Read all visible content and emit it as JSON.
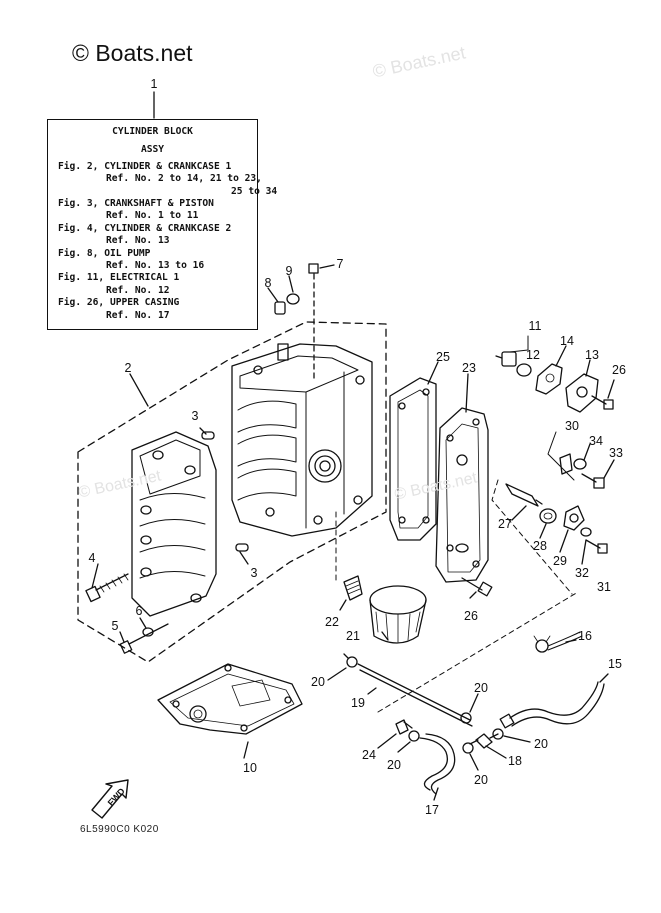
{
  "watermark": {
    "main": "© Boats.net",
    "ghost": [
      "© Boats.net",
      "© Boats.net",
      "© Boats.net"
    ]
  },
  "assy_box": {
    "title": "CYLINDER BLOCK",
    "subtitle": "ASSY",
    "lines": [
      {
        "kind": "l",
        "text": "Fig. 2, CYLINDER & CRANKCASE 1"
      },
      {
        "kind": "r",
        "text": "Ref. No. 2 to 14, 21 to 23,"
      },
      {
        "kind": "r2",
        "text": "25 to 34"
      },
      {
        "kind": "l",
        "text": "Fig. 3, CRANKSHAFT & PISTON"
      },
      {
        "kind": "r",
        "text": "Ref. No. 1 to 11"
      },
      {
        "kind": "l",
        "text": "Fig. 4, CYLINDER & CRANKCASE 2"
      },
      {
        "kind": "r",
        "text": "Ref. No. 13"
      },
      {
        "kind": "l",
        "text": "Fig. 8, OIL PUMP"
      },
      {
        "kind": "r",
        "text": "Ref. No. 13 to 16"
      },
      {
        "kind": "l",
        "text": "Fig. 11, ELECTRICAL 1"
      },
      {
        "kind": "r",
        "text": "Ref. No. 12"
      },
      {
        "kind": "l",
        "text": "Fig. 26, UPPER CASING"
      },
      {
        "kind": "r",
        "text": "Ref. No. 17"
      }
    ]
  },
  "fwd_label": "FWD",
  "diagram_code": "6L5990C0 K020",
  "callouts": [
    "1",
    "2",
    "3",
    "3",
    "4",
    "5",
    "6",
    "7",
    "8",
    "9",
    "10",
    "11",
    "12",
    "13",
    "14",
    "15",
    "16",
    "17",
    "18",
    "19",
    "20",
    "20",
    "20",
    "20",
    "20",
    "21",
    "22",
    "23",
    "24",
    "25",
    "26",
    "26",
    "27",
    "28",
    "29",
    "30",
    "31",
    "32",
    "33",
    "34"
  ]
}
